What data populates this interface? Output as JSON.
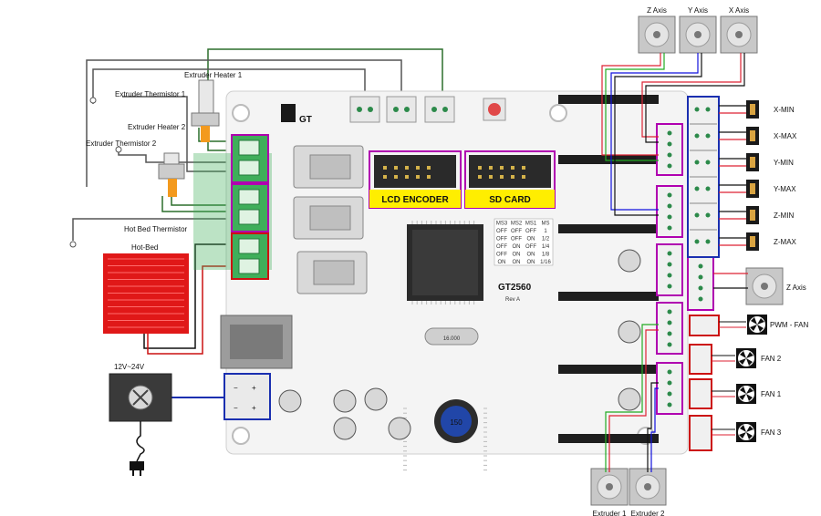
{
  "board": {
    "brand": "GT",
    "model": "GT2560",
    "revision": "Rev A",
    "lcd_encoder": "LCD ENCODER",
    "sd_card": "SD CARD",
    "inductor_marking": "150",
    "crystal_marking": "16.000"
  },
  "left": {
    "extruder_heater_1": "Extruder Heater 1",
    "extruder_thermistor_1": "Extruder Thermistor 1",
    "extruder_heater_2": "Extruder Heater 2",
    "extruder_thermistor_2": "Extruder Thermistor 2",
    "hot_bed_thermistor": "Hot Bed Thermistor",
    "hot_bed": "Hot-Bed",
    "power_supply": "12V~24V"
  },
  "right": {
    "endstops": [
      "X-MIN",
      "X-MAX",
      "Y-MIN",
      "Y-MAX",
      "Z-MIN",
      "Z-MAX"
    ],
    "z_axis_side": "Z Axis",
    "pwm_fan": "PWM - FAN",
    "fans": [
      "FAN 2",
      "FAN 1",
      "FAN 3"
    ]
  },
  "top_motors": [
    "Z Axis",
    "Y Axis",
    "X Axis"
  ],
  "bottom_motors": [
    "Extruder 1",
    "Extruder 2"
  ],
  "microstep_table": {
    "headers": [
      "MS3",
      "MS2",
      "MS1",
      "MS"
    ],
    "rows": [
      [
        "OFF",
        "OFF",
        "OFF",
        "1"
      ],
      [
        "OFF",
        "OFF",
        "ON",
        "1/2"
      ],
      [
        "OFF",
        "ON",
        "OFF",
        "1/4"
      ],
      [
        "OFF",
        "ON",
        "ON",
        "1/8"
      ],
      [
        "ON",
        "ON",
        "ON",
        "1/16"
      ]
    ]
  },
  "colors": {
    "board": "#f4f4f4",
    "highlight_purple": "#b000b0",
    "highlight_blue": "#1a2fb0",
    "highlight_red": "#cc1111",
    "terminal_green": "#3fae5a",
    "label_yellow": "#ffee00",
    "hot_bed_red": "#e01818"
  }
}
